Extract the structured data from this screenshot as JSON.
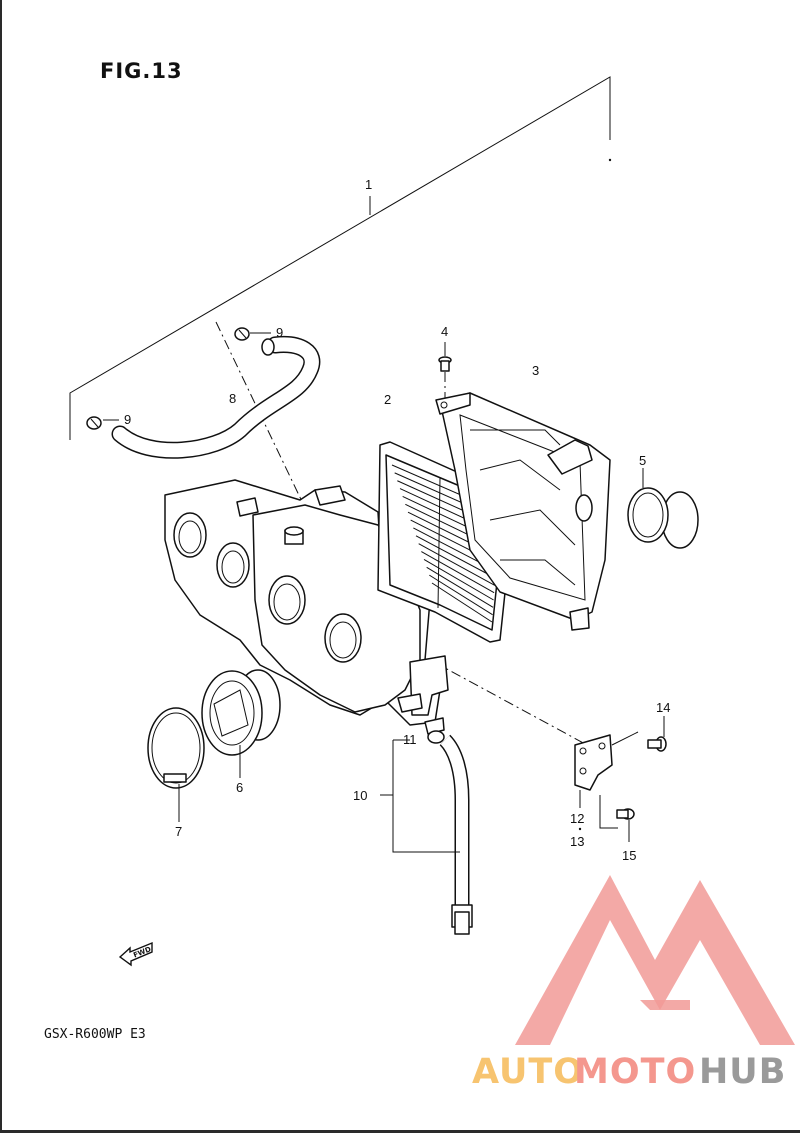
{
  "figure": {
    "title": "FIG.13"
  },
  "model": "GSX-R600WP  E3",
  "fwd_label": "FWD",
  "callouts": {
    "c1": "1",
    "c2": "2",
    "c3": "3",
    "c4": "4",
    "c5": "5",
    "c6": "6",
    "c7": "7",
    "c8": "8",
    "c9a": "9",
    "c9b": "9",
    "c10": "10",
    "c11": "11",
    "c12": "12",
    "c13": "13",
    "c14": "14",
    "c15": "15"
  },
  "watermark": {
    "word_left": "AUTO",
    "word_mid": "MOTO",
    "word_right": "HUB",
    "colors": {
      "left": "#f7c470",
      "mid": "#f4978e",
      "right": "#9a9a9a",
      "logo": "#f19a96"
    }
  }
}
